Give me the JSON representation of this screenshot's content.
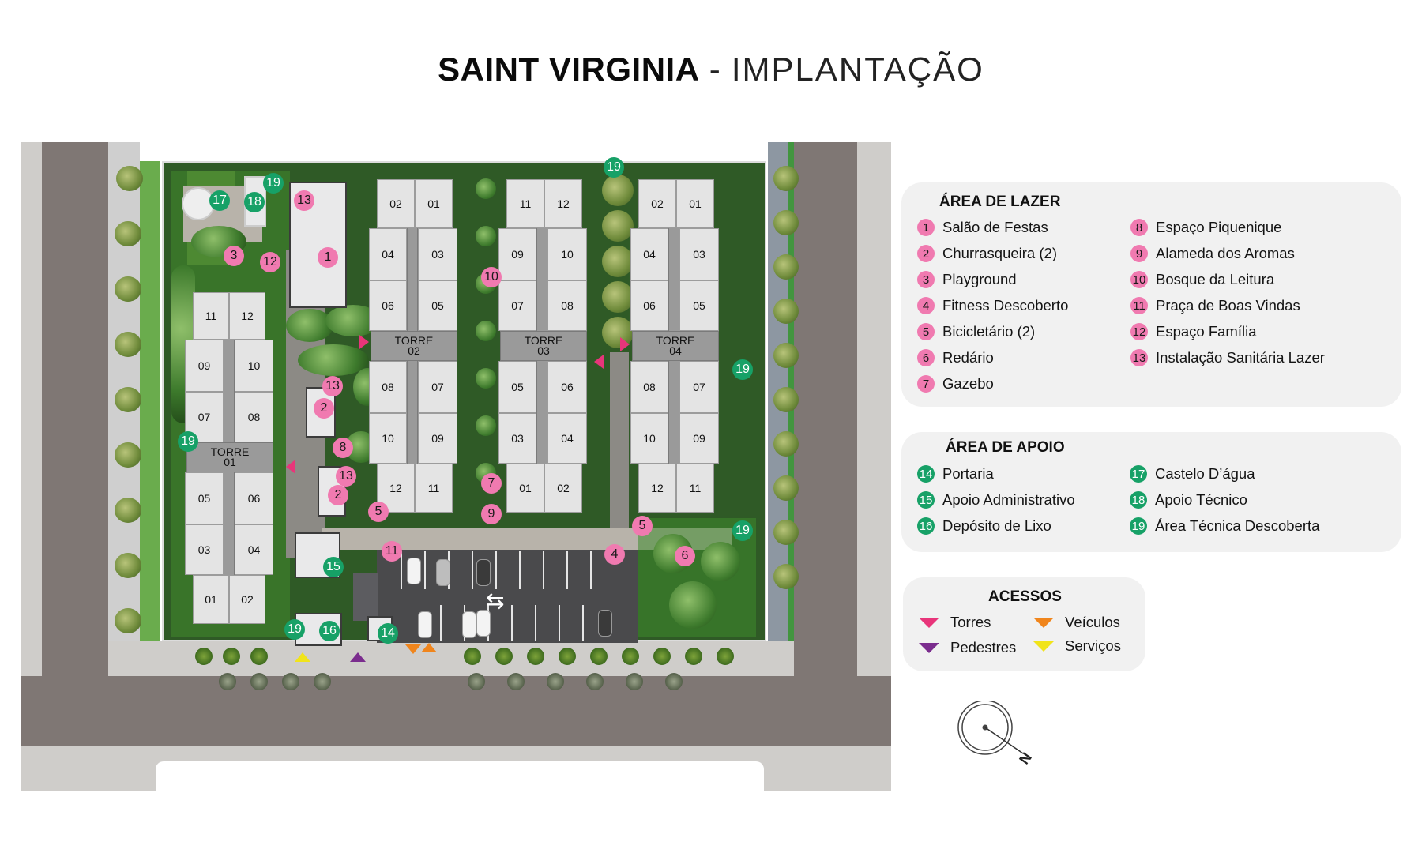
{
  "header": {
    "title_bold": "SAINT VIRGINIA",
    "separator": "-",
    "title_light": "IMPLANTAÇÃO"
  },
  "colors": {
    "lazer_marker": "#f07ab0",
    "apoio_marker": "#17a167",
    "access_torres": "#e8357a",
    "access_pedestres": "#7b2d8e",
    "access_veiculos": "#f0851c",
    "access_servicos": "#f1e41a",
    "panel_bg": "#f1f1f1"
  },
  "map": {
    "towers": [
      {
        "label_line1": "TORRE",
        "label_line2": "01",
        "units": [
          "11",
          "12",
          "09",
          "10",
          "07",
          "08",
          "05",
          "06",
          "03",
          "04",
          "01",
          "02"
        ]
      },
      {
        "label_line1": "TORRE",
        "label_line2": "02",
        "units": [
          "02",
          "01",
          "04",
          "03",
          "06",
          "05",
          "08",
          "07",
          "10",
          "09",
          "12",
          "11"
        ]
      },
      {
        "label_line1": "TORRE",
        "label_line2": "03",
        "units": [
          "11",
          "12",
          "09",
          "10",
          "07",
          "08",
          "05",
          "06",
          "03",
          "04",
          "01",
          "02"
        ]
      },
      {
        "label_line1": "TORRE",
        "label_line2": "04",
        "units": [
          "02",
          "01",
          "04",
          "03",
          "06",
          "05",
          "08",
          "07",
          "10",
          "09",
          "12",
          "11"
        ]
      }
    ],
    "markers": [
      {
        "n": "17",
        "type": "green"
      },
      {
        "n": "18",
        "type": "green"
      },
      {
        "n": "19",
        "type": "green"
      },
      {
        "n": "13",
        "type": "pink"
      },
      {
        "n": "1",
        "type": "pink"
      },
      {
        "n": "3",
        "type": "pink"
      },
      {
        "n": "12",
        "type": "pink"
      },
      {
        "n": "19",
        "type": "green"
      },
      {
        "n": "10",
        "type": "pink"
      },
      {
        "n": "13",
        "type": "pink"
      },
      {
        "n": "2",
        "type": "pink"
      },
      {
        "n": "8",
        "type": "pink"
      },
      {
        "n": "13",
        "type": "pink"
      },
      {
        "n": "2",
        "type": "pink"
      },
      {
        "n": "5",
        "type": "pink"
      },
      {
        "n": "19",
        "type": "green"
      },
      {
        "n": "7",
        "type": "pink"
      },
      {
        "n": "9",
        "type": "pink"
      },
      {
        "n": "5",
        "type": "pink"
      },
      {
        "n": "19",
        "type": "green"
      },
      {
        "n": "19",
        "type": "green"
      },
      {
        "n": "11",
        "type": "pink"
      },
      {
        "n": "4",
        "type": "pink"
      },
      {
        "n": "6",
        "type": "pink"
      },
      {
        "n": "15",
        "type": "green"
      },
      {
        "n": "19",
        "type": "green"
      },
      {
        "n": "16",
        "type": "green"
      },
      {
        "n": "14",
        "type": "green"
      }
    ],
    "flow_arrows": "⇆"
  },
  "legend": {
    "lazer": {
      "title": "ÁREA DE LAZER",
      "items": [
        {
          "n": "1",
          "label": "Salão de Festas"
        },
        {
          "n": "2",
          "label": "Churrasqueira (2)"
        },
        {
          "n": "3",
          "label": "Playground"
        },
        {
          "n": "4",
          "label": "Fitness Descoberto"
        },
        {
          "n": "5",
          "label": "Bicicletário (2)"
        },
        {
          "n": "6",
          "label": "Redário"
        },
        {
          "n": "7",
          "label": "Gazebo"
        },
        {
          "n": "8",
          "label": "Espaço Piquenique"
        },
        {
          "n": "9",
          "label": "Alameda dos Aromas"
        },
        {
          "n": "10",
          "label": "Bosque da Leitura"
        },
        {
          "n": "11",
          "label": "Praça de Boas Vindas"
        },
        {
          "n": "12",
          "label": "Espaço Família"
        },
        {
          "n": "13",
          "label": "Instalação Sanitária Lazer"
        }
      ]
    },
    "apoio": {
      "title": "ÁREA DE APOIO",
      "items": [
        {
          "n": "14",
          "label": "Portaria"
        },
        {
          "n": "15",
          "label": "Apoio Administrativo"
        },
        {
          "n": "16",
          "label": "Depósito de Lixo"
        },
        {
          "n": "17",
          "label": "Castelo D’água"
        },
        {
          "n": "18",
          "label": "Apoio Técnico"
        },
        {
          "n": "19",
          "label": "Área Técnica Descoberta"
        }
      ]
    },
    "acessos": {
      "title": "ACESSOS",
      "items": [
        {
          "label": "Torres",
          "color": "#e8357a"
        },
        {
          "label": "Pedestres",
          "color": "#7b2d8e"
        },
        {
          "label": "Veículos",
          "color": "#f0851c"
        },
        {
          "label": "Serviços",
          "color": "#f1e41a"
        }
      ]
    }
  },
  "compass": {
    "label": "N"
  }
}
